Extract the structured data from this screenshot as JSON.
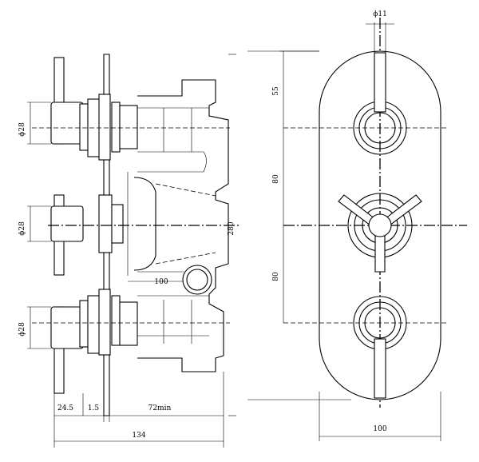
{
  "side_view": {
    "dim_handle_top": "ϕ28",
    "dim_handle_mid": "ϕ28",
    "dim_handle_bottom": "ϕ28",
    "dim_overall_height": "280",
    "dim_port": "100",
    "dim_lever": "24.5",
    "dim_plate": "1.5",
    "dim_depth": "72min",
    "dim_total_depth": "134"
  },
  "front_view": {
    "dim_spindle": "ϕ11",
    "dim_top": "55",
    "dim_upper": "80",
    "dim_lower": "80",
    "dim_width": "100"
  }
}
